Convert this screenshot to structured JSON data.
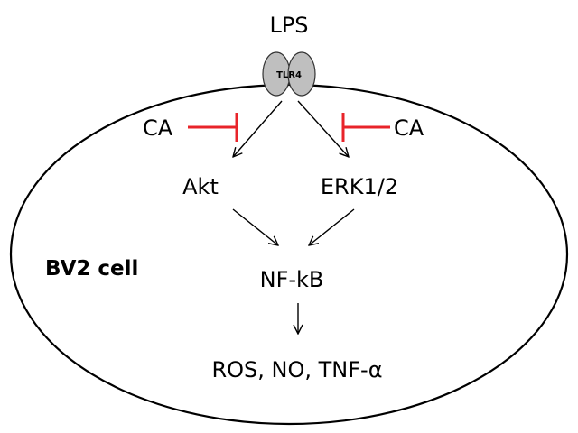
{
  "labels": {
    "lps": "LPS",
    "receptor": "TLR4",
    "inhibitor_left": "CA",
    "inhibitor_right": "CA",
    "akt": "Akt",
    "erk": "ERK1/2",
    "cell": "BV2 cell",
    "nfkb": "NF-kB",
    "outputs": "ROS, NO, TNF-α"
  },
  "colors": {
    "inhibition": "#e8242a",
    "receptor_fill": "#bfbfbf",
    "ink": "#000000"
  }
}
